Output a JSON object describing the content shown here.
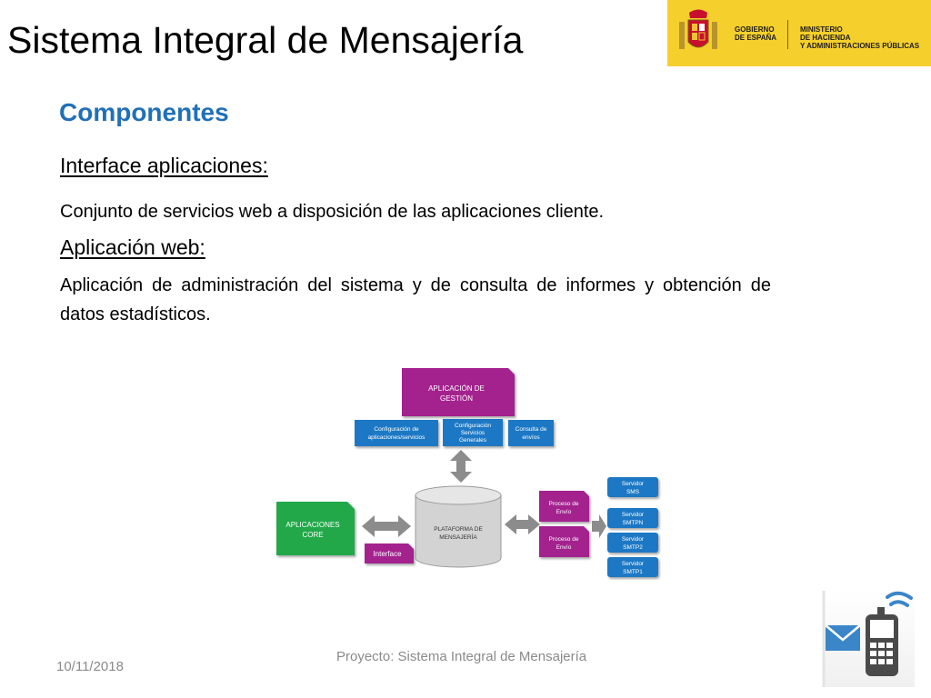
{
  "slide": {
    "title": "Sistema Integral de Mensajería",
    "section": "Componentes",
    "interface_heading": "Interface aplicaciones:",
    "interface_text": "Conjunto de servicios web a disposición de las aplicaciones cliente.",
    "web_heading": "Aplicación web:",
    "web_text": "Aplicación de administración del sistema y de consulta de informes y obtención de datos estadísticos."
  },
  "banner": {
    "gobierno_line1": "GOBIERNO",
    "gobierno_line2": "DE ESPAÑA",
    "ministerio_line1": "MINISTERIO",
    "ministerio_line2": "DE HACIENDA",
    "ministerio_line3": "Y ADMINISTRACIONES PÚBLICAS"
  },
  "diagram": {
    "gestion_line1": "APLICACIÓN DE",
    "gestion_line2": "GESTIÓN",
    "config_apps_line1": "Configuración de",
    "config_apps_line2": "aplicaciones/servicios",
    "config_serv_line1": "Configuración",
    "config_serv_line2": "Servicios",
    "config_serv_line3": "Generales",
    "consulta_line1": "Consulta de",
    "consulta_line2": "envíos",
    "core_line1": "APLICACIONES",
    "core_line2": "CORE",
    "interface_label": "Interface",
    "plataforma_line1": "PLATAFORMA DE",
    "plataforma_line2": "MENSAJERÍA",
    "proceso1_line1": "Proceso de",
    "proceso1_line2": "Envío",
    "proceso2_line1": "Proceso de",
    "proceso2_line2": "Envío",
    "servers": [
      {
        "line1": "Servidor",
        "line2": "SMS"
      },
      {
        "line1": "Servidor",
        "line2": "SMTPN"
      },
      {
        "line1": "Servidor",
        "line2": "SMTP2"
      },
      {
        "line1": "Servidor",
        "line2": "SMTP1"
      }
    ]
  },
  "footer": {
    "date": "10/11/2018",
    "project": "Proyecto: Sistema Integral de Mensajería"
  },
  "colors": {
    "title_blue": "#2170b7",
    "magenta": "#a3218e",
    "blue_box": "#1a78c4",
    "green": "#21a84a",
    "banner_yellow": "#f5cf2c"
  }
}
